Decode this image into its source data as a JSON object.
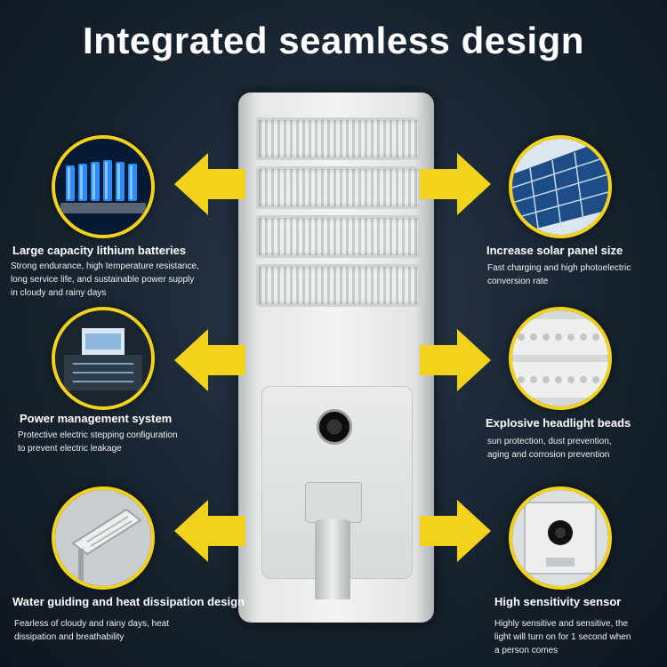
{
  "title": "Integrated seamless design",
  "colors": {
    "accent": "#f3d21b",
    "background": "#16222e",
    "lamp": "#eceeee"
  },
  "features": {
    "batteries": {
      "icon": "battery-cells-icon",
      "title": "Large capacity lithium batteries",
      "desc": [
        "Strong endurance, high temperature resistance,",
        "long service life, and sustainable power supply",
        "in cloudy and rainy days"
      ]
    },
    "power": {
      "icon": "chip-board-icon",
      "title": "Power management system",
      "desc": [
        "Protective electric stepping configuration",
        "to prevent electric leakage"
      ]
    },
    "water": {
      "icon": "street-lamp-icon",
      "title": "Water guiding and heat dissipation design",
      "desc": [
        "Fearless of cloudy and rainy days, heat",
        "dissipation and breathability"
      ]
    },
    "solar": {
      "icon": "solar-panel-icon",
      "title": "Increase solar panel size",
      "desc": [
        "Fast charging and high photoelectric",
        "conversion rate"
      ]
    },
    "beads": {
      "icon": "led-beads-icon",
      "title": "Explosive headlight beads",
      "desc": [
        "sun protection, dust prevention,",
        "aging and corrosion prevention"
      ]
    },
    "sensor": {
      "icon": "motion-sensor-icon",
      "title": "High sensitivity sensor",
      "desc": [
        "Highly sensitive and sensitive, the",
        "light will turn on for 1 second when",
        " a person comes"
      ]
    }
  }
}
